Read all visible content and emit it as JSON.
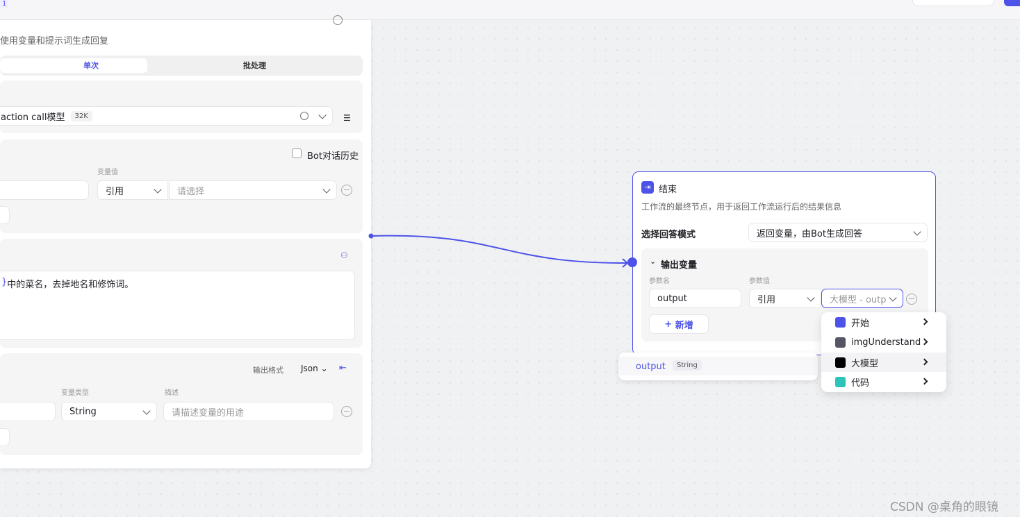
{
  "topbar": {
    "tag": "1"
  },
  "left_panel": {
    "description": "使用变量和提示词生成回复",
    "tabs": [
      {
        "label": "单次",
        "active": true
      },
      {
        "label": "批处理",
        "active": false
      }
    ],
    "model": {
      "name": "action call模型",
      "badge": "32K"
    },
    "input": {
      "history_label": "Bot对话历史",
      "value_label": "变量值",
      "ref_value": "引用",
      "select_placeholder": "请选择"
    },
    "prompt": {
      "text_prefix": "}",
      "text": "中的菜名，去掉地名和修饰词。"
    },
    "output": {
      "format_label": "输出格式",
      "format_value": "Json",
      "type_label": "变量类型",
      "desc_label": "描述",
      "type_value": "String",
      "desc_placeholder": "请描述变量的用途"
    }
  },
  "end_node": {
    "title": "结束",
    "description": "工作流的最终节点，用于返回工作流运行后的结果信息",
    "mode_label": "选择回答模式",
    "mode_value": "返回变量，由Bot生成回答",
    "section_title": "输出变量",
    "param_name_label": "参数名",
    "param_value_label": "参数值",
    "param_name": "output",
    "ref_value": "引用",
    "ref_select": "大模型 - outp",
    "add_label": "新增",
    "accent": "#4d53e8"
  },
  "output_popup": {
    "name": "output",
    "type": "String"
  },
  "ref_menu": {
    "items": [
      {
        "label": "开始",
        "icon": "start-icon",
        "color": "#4d53e8"
      },
      {
        "label": "imgUnderstand",
        "icon": "image-thumbnail-icon",
        "color": "#556"
      },
      {
        "label": "大模型",
        "icon": "llm-icon",
        "color": "#000"
      },
      {
        "label": "代码",
        "icon": "code-icon",
        "color": "#2cc4b8"
      }
    ]
  },
  "watermark": "CSDN @桌角的眼镜"
}
